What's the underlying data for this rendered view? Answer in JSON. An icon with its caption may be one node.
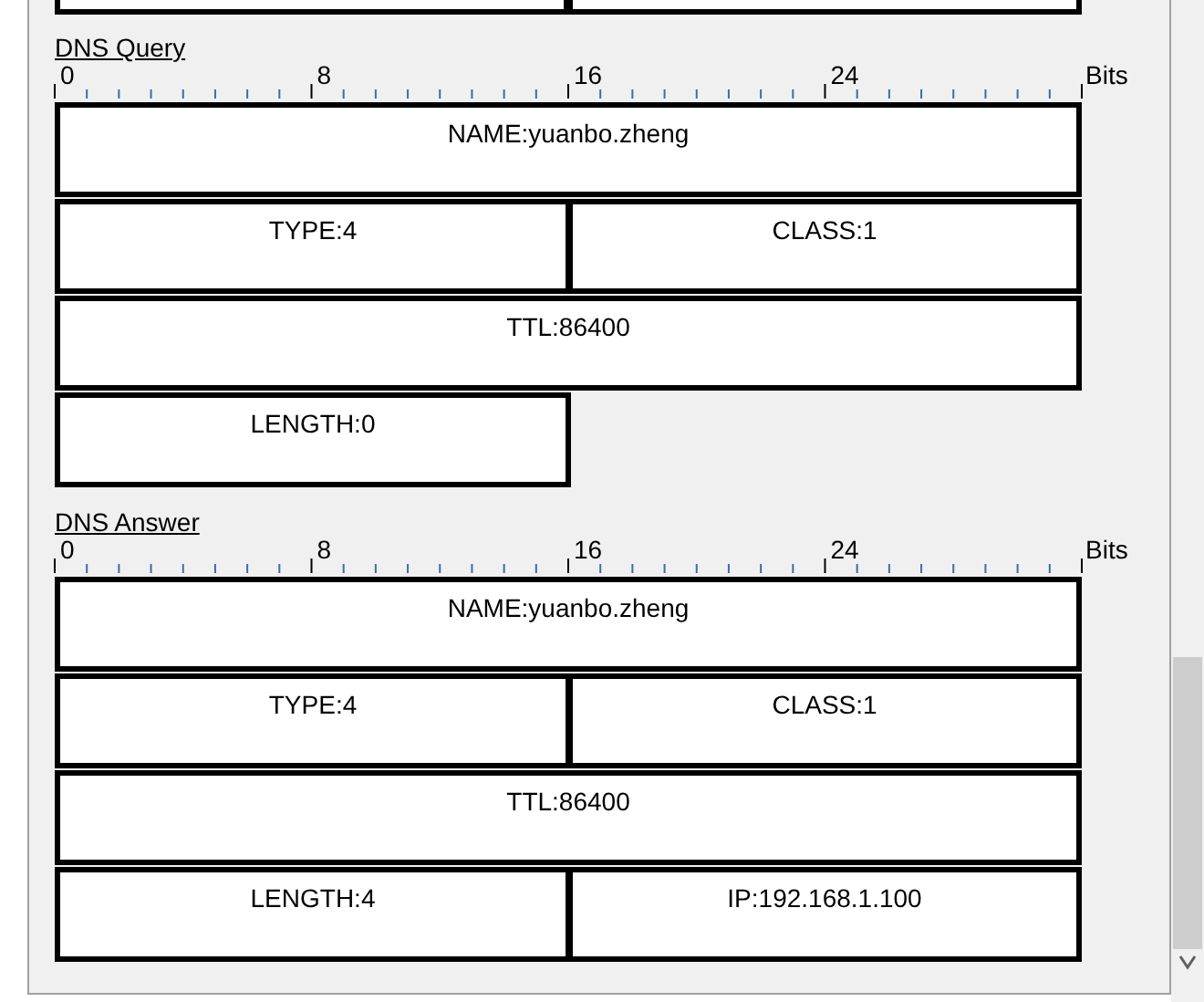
{
  "diagram": {
    "nodes": [
      {
        "text": [],
        "shape": "box"
      },
      {
        "text": [],
        "shape": "box"
      },
      {
        "text": [
          "NAME:yuanbo.zheng"
        ]
      },
      {
        "text": [
          "TYPE:4"
        ]
      },
      {
        "text": [
          "CLASS:1"
        ]
      },
      {
        "text": [
          "TTL:86400"
        ]
      },
      {
        "text": [
          "LENGTH:0"
        ]
      },
      {
        "text": [
          "NAME:yuanbo.zheng"
        ]
      },
      {
        "text": [
          "TYPE:4"
        ]
      },
      {
        "text": [
          "CLASS:1"
        ]
      },
      {
        "text": [
          "TTL:86400"
        ]
      },
      {
        "text": [
          "LENGTH:4"
        ]
      },
      {
        "text": [
          "IP:192.168.1.100"
        ]
      }
    ],
    "edges": [],
    "labels": [
      "DNS Query",
      "0",
      "8",
      "16",
      "24",
      "Bits",
      "DNS Answer",
      "0",
      "8",
      "16",
      "24",
      "Bits"
    ]
  }
}
